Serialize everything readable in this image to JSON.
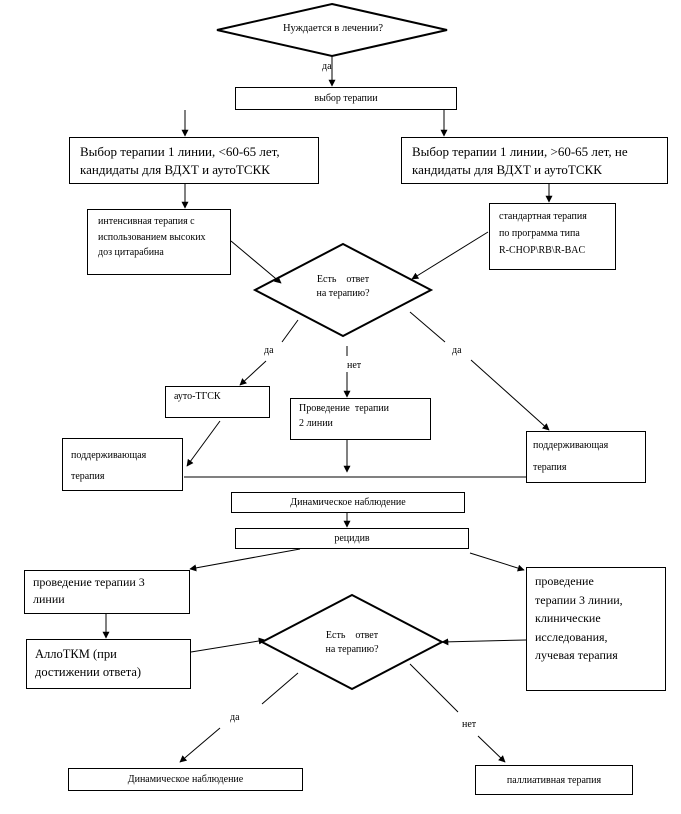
{
  "decision_top": "Нуждается в лечении?",
  "label_top_yes": "да",
  "therapy_choice": "выбор терапии",
  "branch_left": {
    "line1": "Выбор терапии 1 линии,  <60-65 лет,",
    "line2": "кандидаты для ВДХТ и аутоТСКК"
  },
  "branch_right": {
    "line1": "Выбор терапии 1 линии, >60-65 лет, не",
    "line2": "кандидаты для ВДХТ и аутоТСКК"
  },
  "intensive": {
    "line1": "интенсивная терапия с",
    "line2": "использованием высоких",
    "line3": "доз цитарабина"
  },
  "standard": {
    "line1": "стандартная терапия",
    "line2": "по программа типа",
    "line3": "R-CHOP\\RB\\R-BAC"
  },
  "decision_response1": {
    "line1": "Есть    ответ",
    "line2": "на терапию?"
  },
  "label_yes_left": "да",
  "label_no_mid": "нет",
  "label_yes_right": "да",
  "auto_tgsk": "ауто-ТГСК",
  "second_line": {
    "line1": "Проведение  терапии",
    "line2": "2 линии"
  },
  "maintenance_left": {
    "line1": "поддерживающая",
    "line2": "терапия"
  },
  "maintenance_right": {
    "line1": "поддерживающая",
    "line2": "терапия"
  },
  "dynamic_obs1": "Динамическое наблюдение",
  "relapse": "рецидив",
  "third_line_left": {
    "line1": "проведение терапии 3",
    "line2": "линии"
  },
  "third_line_right": {
    "line1": "проведение",
    "line2": "терапии 3 линии,",
    "line3": "клинические",
    "line4": "исследования,",
    "line5": "лучевая терапия"
  },
  "allo_tkm": {
    "line1": "АллоТКМ (при",
    "line2": "достижении ответа)"
  },
  "decision_response2": {
    "line1": "Есть    ответ",
    "line2": "на терапию?"
  },
  "label_yes_bottom": "да",
  "label_no_bottom": "нет",
  "dynamic_obs2": "Динамическое наблюдение",
  "palliative": "паллиативная терапия"
}
